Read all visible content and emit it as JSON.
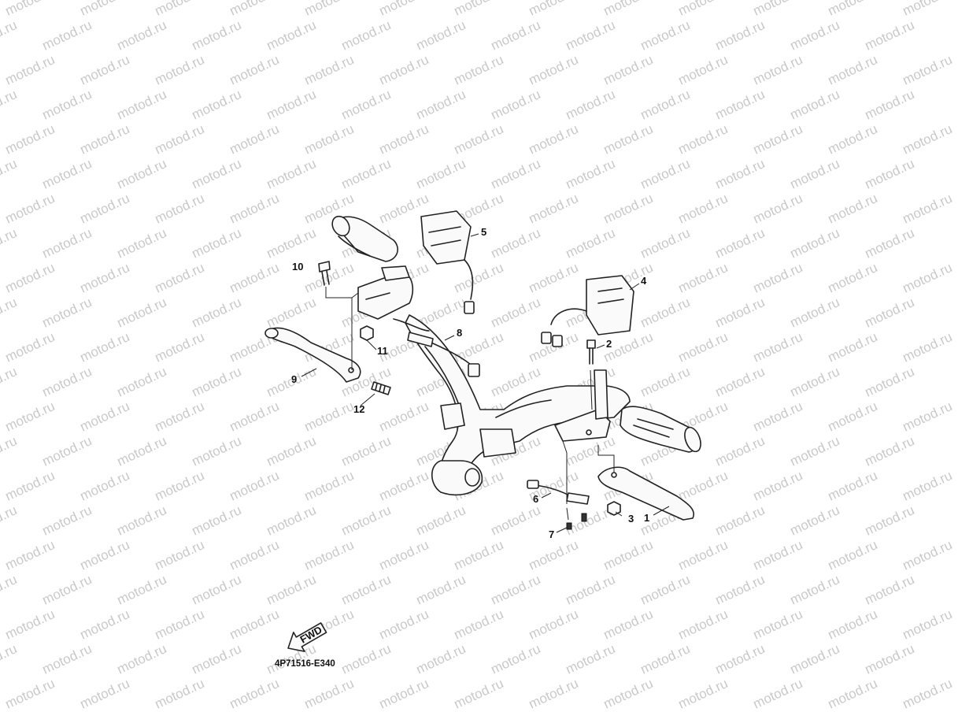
{
  "watermark": {
    "text": "motod.ru",
    "color": "#c9c9c9"
  },
  "diagram": {
    "caption": "4P71516-E340",
    "fwd_label": "FWD",
    "callouts": [
      {
        "id": "1",
        "label": "1"
      },
      {
        "id": "2",
        "label": "2"
      },
      {
        "id": "3",
        "label": "3"
      },
      {
        "id": "4",
        "label": "4"
      },
      {
        "id": "5",
        "label": "5"
      },
      {
        "id": "6",
        "label": "6"
      },
      {
        "id": "7",
        "label": "7"
      },
      {
        "id": "8",
        "label": "8"
      },
      {
        "id": "9",
        "label": "9"
      },
      {
        "id": "10",
        "label": "10"
      },
      {
        "id": "11",
        "label": "11"
      },
      {
        "id": "12",
        "label": "12"
      }
    ]
  }
}
